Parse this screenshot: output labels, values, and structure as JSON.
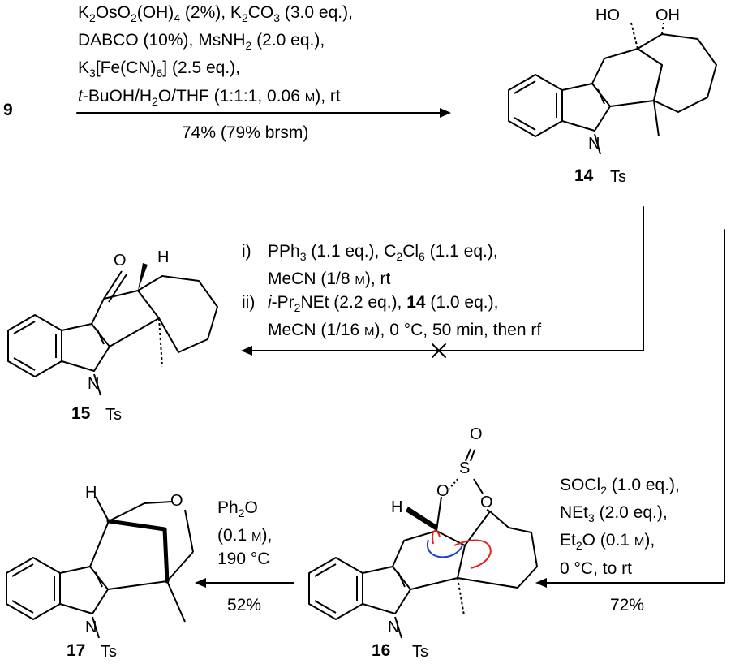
{
  "compounds": {
    "c9": "9",
    "c14": "14",
    "c15": "15",
    "c16": "16",
    "c17": "17"
  },
  "atoms": {
    "N": "N",
    "Ts": "Ts",
    "HO": "HO",
    "OH": "OH",
    "O": "O",
    "S": "S",
    "H": "H"
  },
  "step1": {
    "line1a": "K",
    "line1b": "OsO",
    "line1c": "(OH)",
    "line1d": " (2%), K",
    "line1e": "CO",
    "line1f": " (3.0 eq.),",
    "line2a": "DABCO (10%), MsNH",
    "line2b": " (2.0 eq.),",
    "line3a": "K",
    "line3b": "[Fe(CN)",
    "line3c": "] (2.5 eq.),",
    "line4a": "t",
    "line4b": "-BuOH/H",
    "line4c": "O/THF (1:1:1, 0.06 ",
    "line4d": "M",
    "line4e": "), rt",
    "yield": "74% (79% brsm)"
  },
  "step2": {
    "i_label": "i)",
    "i_a": "PPh",
    "i_b": " (1.1 eq.), C",
    "i_c": "Cl",
    "i_d": " (1.1 eq.),",
    "i_e": "MeCN (1/8 ",
    "i_f": "M",
    "i_g": "), rt",
    "ii_label": "ii)",
    "ii_a": "i",
    "ii_b": "-Pr",
    "ii_c": "NEt (2.2 eq.), ",
    "ii_d": "14",
    "ii_e": " (1.0 eq.),",
    "ii_f": "MeCN (1/16 ",
    "ii_g": "M",
    "ii_h": "), 0 °C, 50 min, then rf"
  },
  "step3": {
    "a": "SOCl",
    "b": " (1.0 eq.),",
    "c": "NEt",
    "d": " (2.0 eq.),",
    "e": "Et",
    "f": "O (0.1 ",
    "g": "M",
    "h": "),",
    "i": "0 °C, to rt",
    "yield": "72%"
  },
  "step4": {
    "a": "Ph",
    "b": "O",
    "c": "(0.1 ",
    "d": "M",
    "e": "),",
    "f": "190 °C",
    "yield": "52%"
  },
  "subs": {
    "two": "2",
    "three": "3",
    "four": "4",
    "six": "6"
  },
  "colors": {
    "arrow_red": "#e8201e",
    "arrow_blue": "#1f3fcf"
  }
}
